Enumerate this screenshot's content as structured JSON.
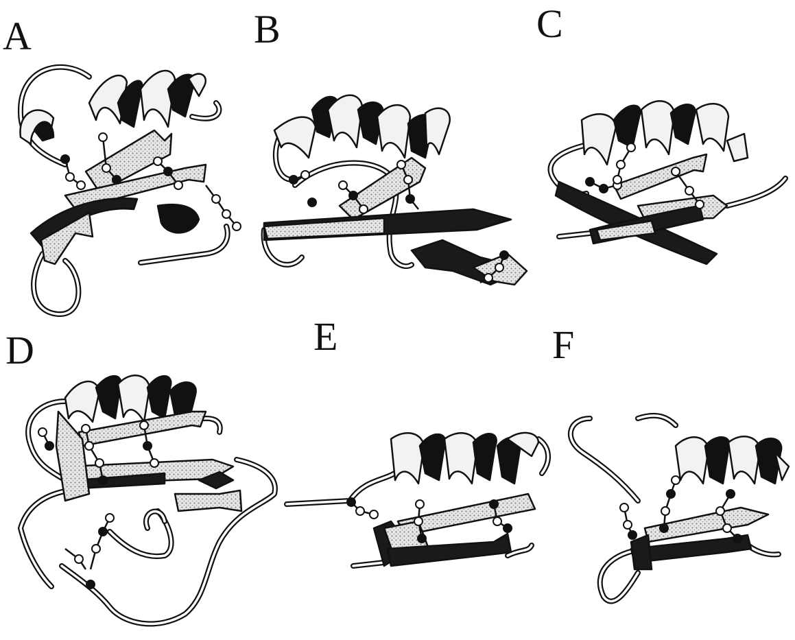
{
  "figure": {
    "panels": [
      {
        "id": "A",
        "label": "A"
      },
      {
        "id": "B",
        "label": "B"
      },
      {
        "id": "C",
        "label": "C"
      },
      {
        "id": "D",
        "label": "D"
      },
      {
        "id": "E",
        "label": "E"
      },
      {
        "id": "F",
        "label": "F"
      }
    ]
  },
  "colors": {
    "ink": "#111111",
    "ribbon_light": "#f2f2f2",
    "background": "#ffffff"
  }
}
